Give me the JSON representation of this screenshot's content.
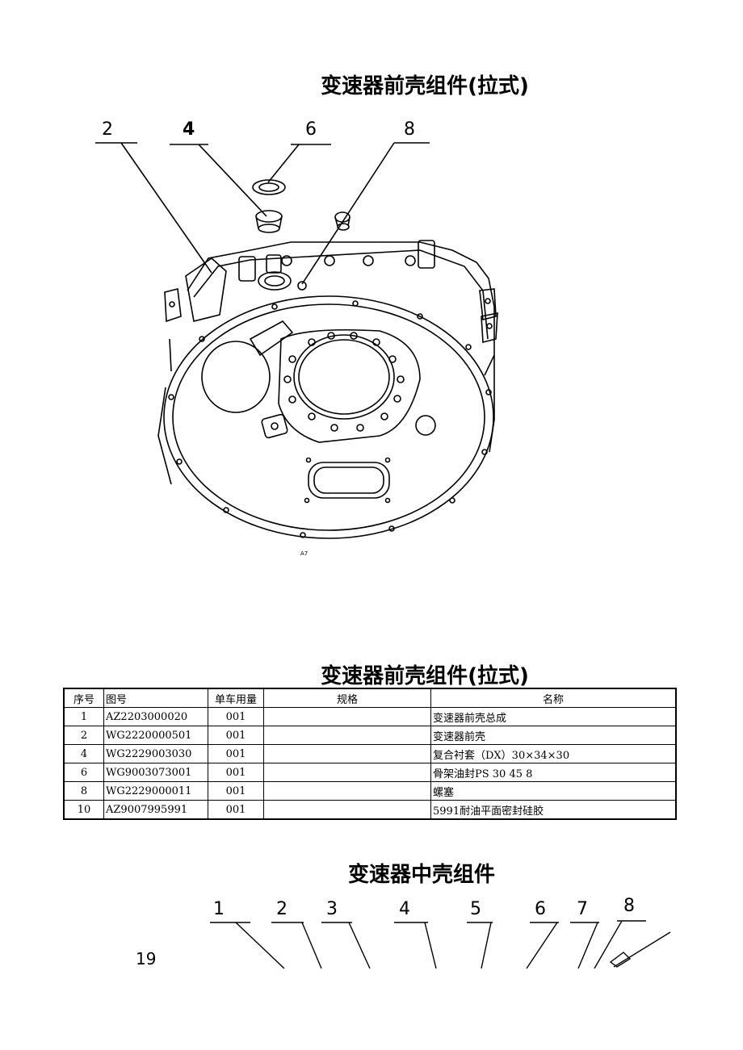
{
  "section1": {
    "title": "变速器前壳组件(拉式)",
    "callouts": [
      "2",
      "4",
      "6",
      "8"
    ],
    "drawing_mark": "A7"
  },
  "table": {
    "title": "变速器前壳组件(拉式)",
    "headers": [
      "序号",
      "图号",
      "单车用量",
      "规格",
      "名称"
    ],
    "rows": [
      [
        "1",
        "AZ2203000020",
        "001",
        "",
        "变速器前壳总成"
      ],
      [
        "2",
        "WG2220000501",
        "001",
        "",
        "变速器前壳"
      ],
      [
        "4",
        "WG2229003030",
        "001",
        "",
        "复合衬套（DX）30×34×30"
      ],
      [
        "6",
        "WG9003073001",
        "001",
        "",
        "骨架油封PS 30 45 8"
      ],
      [
        "8",
        "WG2229000011",
        "001",
        "",
        "螺塞"
      ],
      [
        "10",
        "AZ9007995991",
        "001",
        "",
        "5991耐油平面密封硅胶"
      ]
    ]
  },
  "section2": {
    "title": "变速器中壳组件",
    "callouts": [
      "1",
      "2",
      "3",
      "4",
      "5",
      "6",
      "7",
      "8"
    ]
  },
  "page_number": "19"
}
